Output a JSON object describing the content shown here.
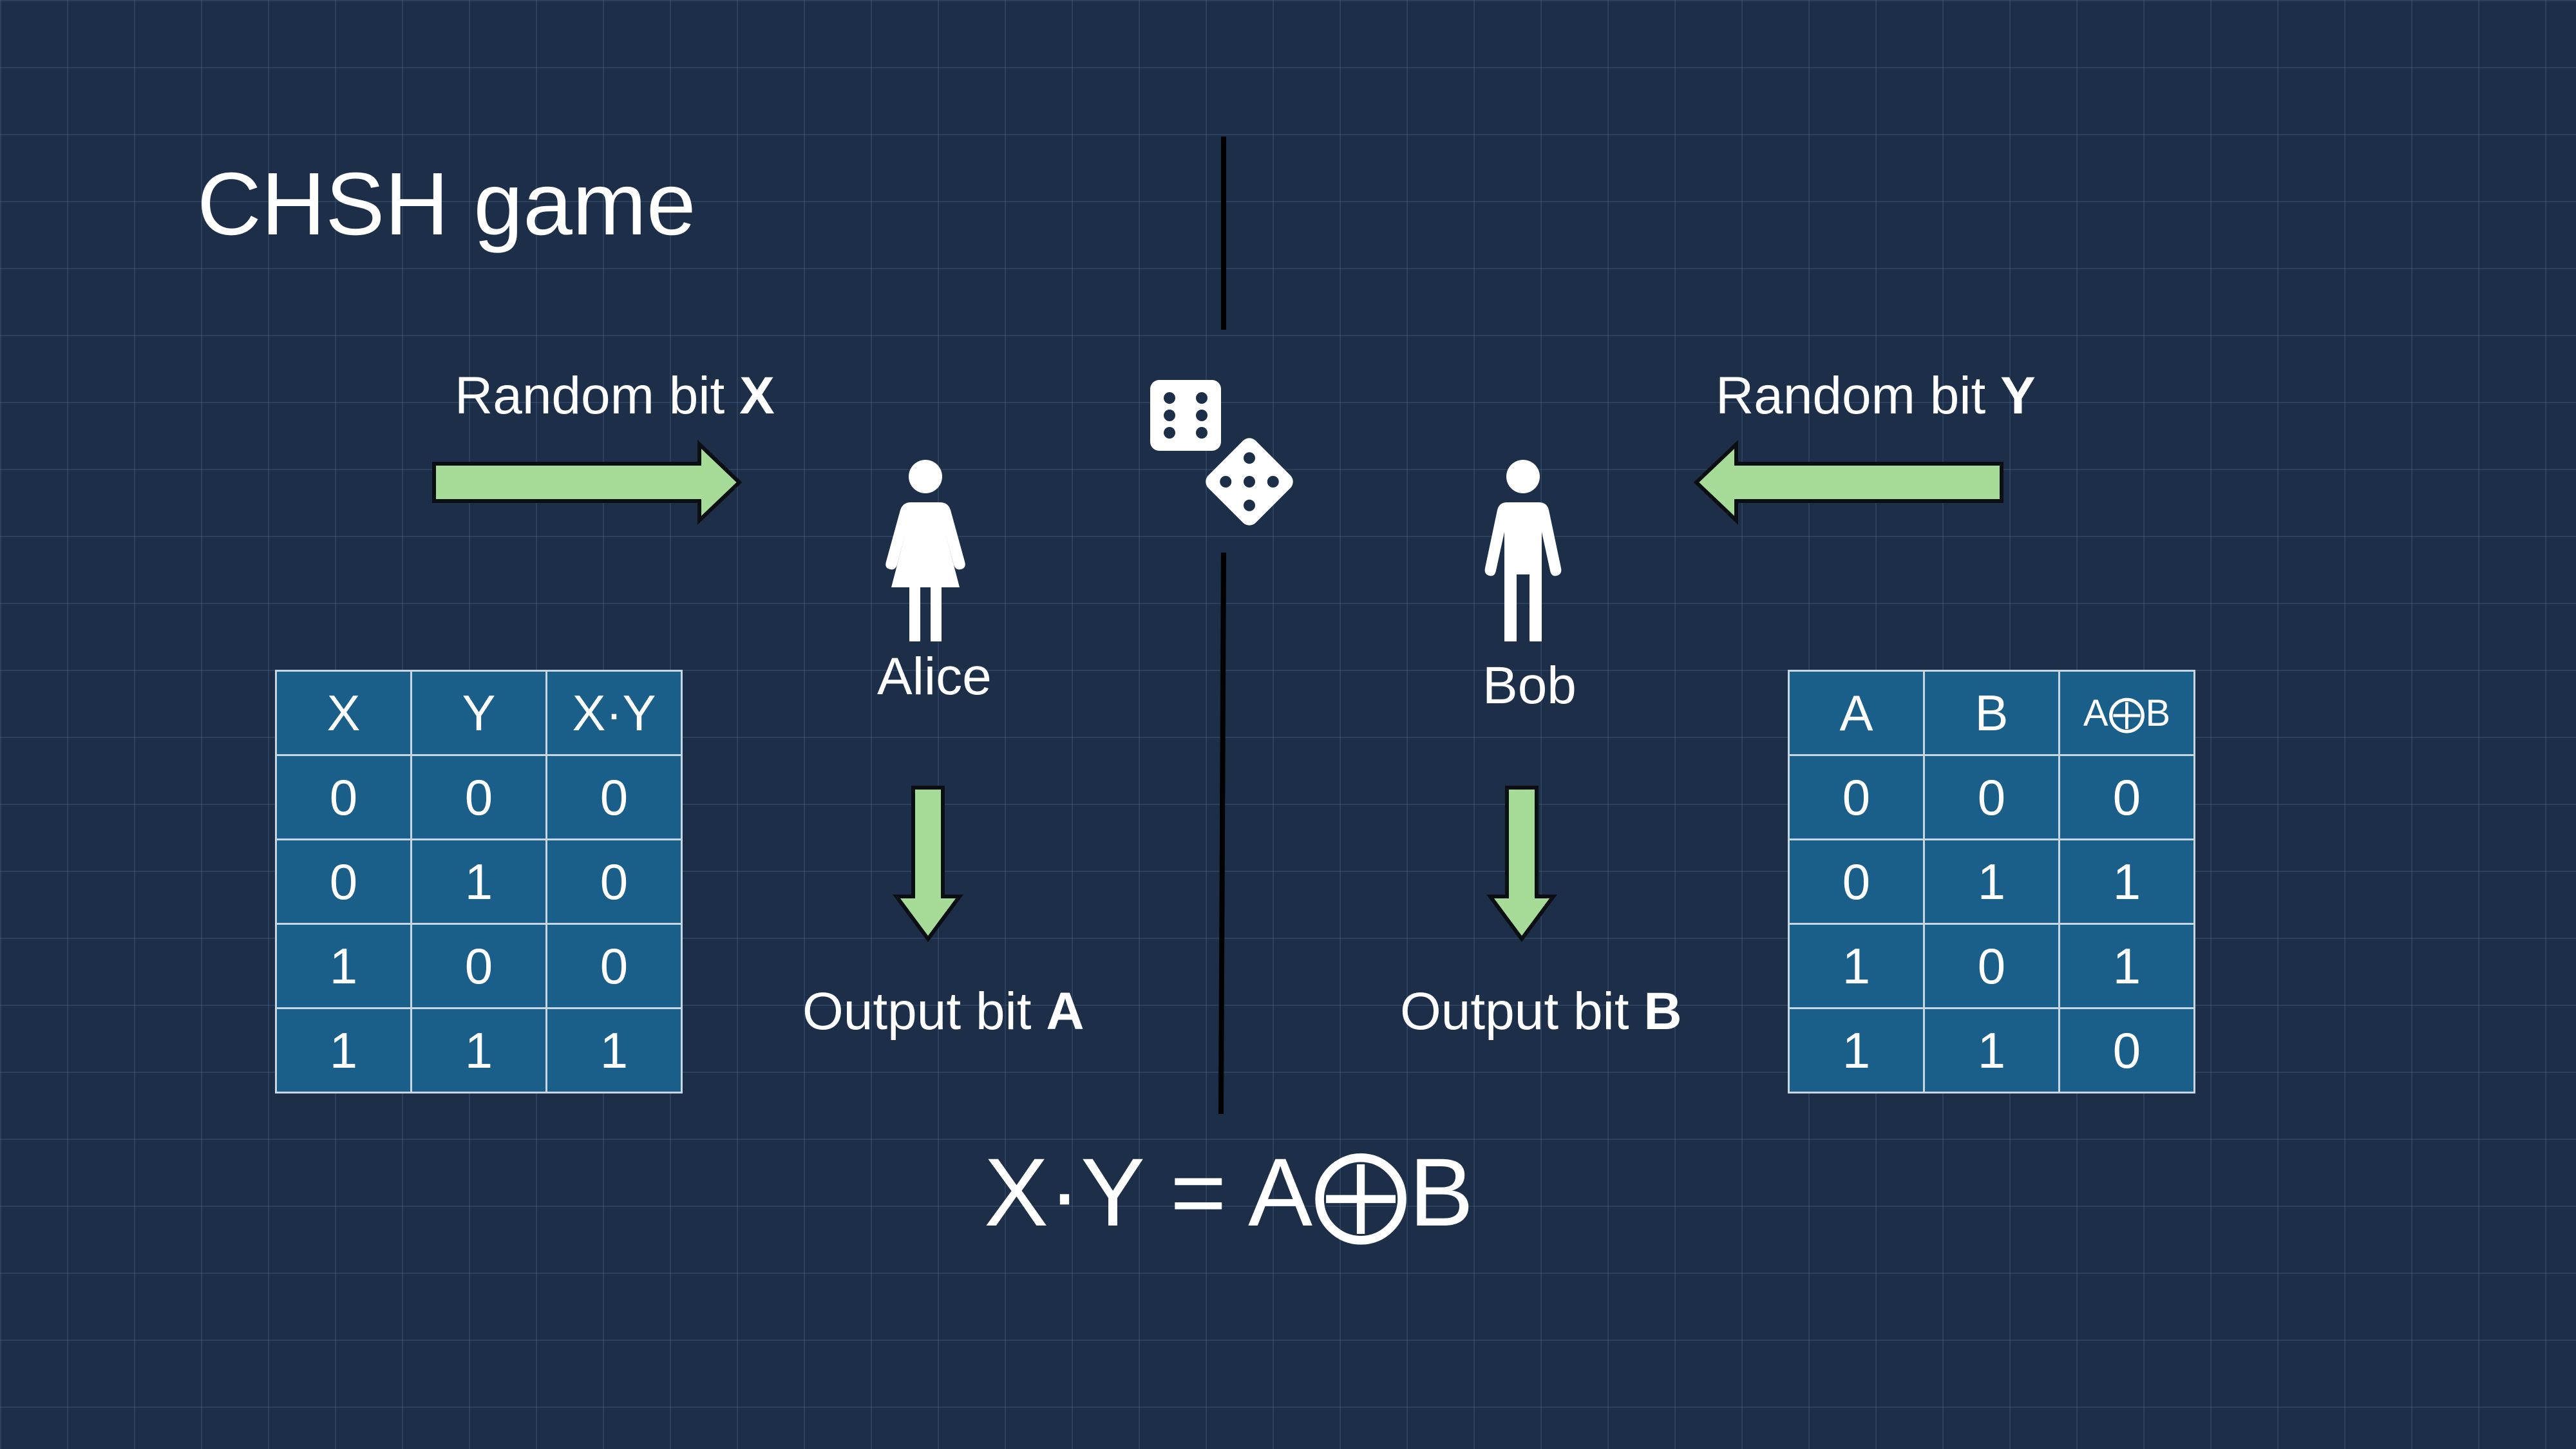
{
  "title": "CHSH game",
  "alice": {
    "name": "Alice",
    "input_label_prefix": "Random bit ",
    "input_label_var": "X",
    "output_label_prefix": "Output bit ",
    "output_label_var": "A"
  },
  "bob": {
    "name": "Bob",
    "input_label_prefix": "Random bit ",
    "input_label_var": "Y",
    "output_label_prefix": "Output bit ",
    "output_label_var": "B"
  },
  "equation": "X·Y = A⨁B",
  "table_left": {
    "headers": [
      "X",
      "Y",
      "X·Y"
    ],
    "rows": [
      [
        "0",
        "0",
        "0"
      ],
      [
        "0",
        "1",
        "0"
      ],
      [
        "1",
        "0",
        "0"
      ],
      [
        "1",
        "1",
        "1"
      ]
    ]
  },
  "table_right": {
    "headers": [
      "A",
      "B",
      "A⨁B"
    ],
    "rows": [
      [
        "0",
        "0",
        "0"
      ],
      [
        "0",
        "1",
        "1"
      ],
      [
        "1",
        "0",
        "1"
      ],
      [
        "1",
        "1",
        "0"
      ]
    ]
  },
  "colors": {
    "background": "#1c2e48",
    "arrow_fill": "#a6dc98",
    "table_fill": "#1a5e8a",
    "divider": "#000000"
  },
  "icons": [
    "dice-icon",
    "woman-icon",
    "man-icon",
    "arrow-right-icon",
    "arrow-left-icon",
    "arrow-down-icon"
  ]
}
